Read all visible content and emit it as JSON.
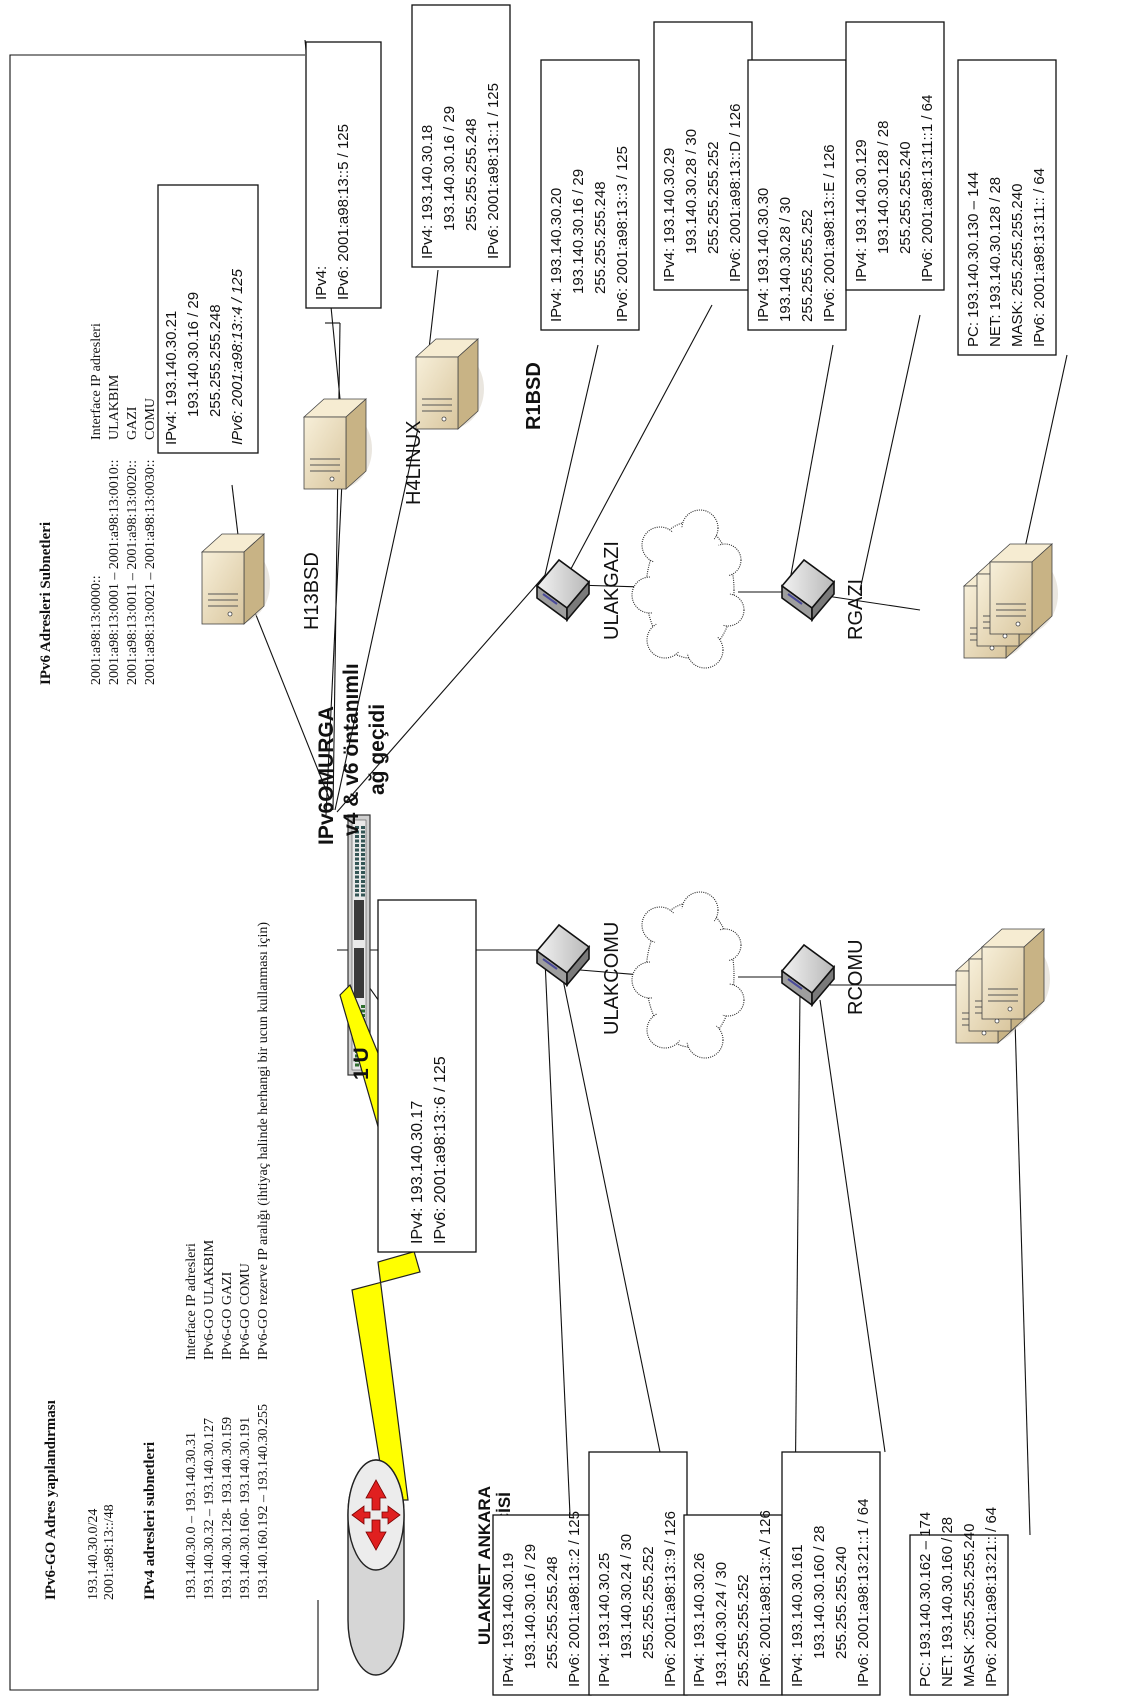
{
  "config": {
    "title": "IPv6-GO Adres yapılandırması",
    "lines": [
      "193.140.30.0/24",
      "2001:a98:13::/48"
    ]
  },
  "ipv4_subnets": {
    "title": "IPv4 adresleri subnetleri",
    "rows": [
      {
        "range": "193.140.30.0 – 193.140.30.31",
        "desc": "Interface IP adresleri"
      },
      {
        "range": "193.140.30.32 – 193.140.30.127",
        "desc": "IPv6-GO ULAKBIM"
      },
      {
        "range": "193.140.30.128- 193.140.30.159",
        "desc": "IPv6-GO GAZI"
      },
      {
        "range": "193.140.30.160- 193.140.30.191",
        "desc": "IPv6-GO COMU"
      },
      {
        "range": "193.140.160.192 – 193.140.30.255",
        "desc": "IPv6-GO rezerve IP aralığı (ihtiyaç halinde herhangi bir ucun kullanması için)"
      }
    ]
  },
  "ipv6_subnets": {
    "title": "IPv6 Adresleri Subnetleri",
    "rows": [
      {
        "range": "2001:a98:13:0000::",
        "desc": "Interface IP adresleri"
      },
      {
        "range": "2001:a98:13:0001 – 2001:a98:13:0010::",
        "desc": "ULAKBIM"
      },
      {
        "range": "2001:a98:13:0011 – 2001:a98:13:0020::",
        "desc": "GAZI"
      },
      {
        "range": "2001:a98:13:0021 – 2001:a98:13:0030::",
        "desc": "COMU"
      }
    ]
  },
  "labels": {
    "backbone": "IPv6OMURGA",
    "gateway_1": "v4 & v6 öntanımlı",
    "gateway_2": "ağ geçidi",
    "unit": "1 U",
    "ulaknet_1": "ULAKNET ANKARA",
    "ulaknet_2": "YÖNLENDİRİCİSİ",
    "h13bsd": "H13BSD",
    "h4linux": "H4LINUX",
    "r1bsd": "R1BSD",
    "ulakgazi": "ULAKGAZI",
    "rgazi": "RGAZI",
    "ulakcomu": "ULAKCOMU",
    "rcomu": "RCOMU"
  },
  "boxes": {
    "omurga_top": [
      "IPv4:",
      "IPv6: 2001:a98:13::5 / 125"
    ],
    "h13bsd": [
      "IPv4: 193.140.30.21",
      "193.140.30.16 / 29",
      "255.255.255.248",
      "IPv6: 2001:a98:13::4 / 125"
    ],
    "r1bsd": [
      "IPv4: 193.140.30.18",
      "193.140.30.16 / 29",
      "255.255.255.248",
      "IPv6: 2001:a98:13::1 / 125"
    ],
    "h4linux": [
      "IPv4: 193.140.30.20",
      "193.140.30.16 / 29",
      "255.255.255.248",
      "IPv6: 2001:a98:13::3 / 125"
    ],
    "ulakgazi_wan": [
      "IPv4: 193.140.30.29",
      "193.140.30.28 / 30",
      "255.255.255.252",
      "IPv6: 2001:a98:13::D / 126"
    ],
    "rgazi_wan": [
      "IPv4: 193.140.30.30",
      "193.140.30.28 / 30",
      "255.255.255.252",
      "IPv6: 2001:a98:13::E / 126"
    ],
    "rgazi_lan": [
      "IPv4: 193.140.30.129",
      "193.140.30.128 / 28",
      "255.255.255.240",
      "IPv6: 2001:a98:13:11::1 / 64"
    ],
    "gazi_pc": [
      "PC: 193.140.30.130 – 144",
      "NET:  193.140.30.128 / 28",
      "MASK: 255.255.255.240",
      "IPv6: 2001:a98:13:11:: / 64"
    ],
    "omurga_up": [
      "IPv4: 193.140.30.17",
      "IPv6: 2001:a98:13::6 / 125"
    ],
    "ulakcomu_lan": [
      "IPv4: 193.140.30.19",
      "193.140.30.16 / 29",
      "255.255.255.248",
      "IPv6: 2001:a98:13::2 / 125"
    ],
    "ulakcomu_wan": [
      "IPv4: 193.140.30.25",
      "193.140.30.24 / 30",
      "255.255.255.252",
      "IPv6: 2001:a98:13::9 / 126"
    ],
    "rcomu_wan": [
      "IPv4: 193.140.30.26",
      "193.140.30.24 / 30",
      "255.255.255.252",
      "IPv6: 2001:a98:13::A / 126"
    ],
    "rcomu_lan": [
      "IPv4: 193.140.30.161",
      "193.140.30.160 / 28",
      "255.255.255.240",
      "IPv6: 2001:a98:13:21::1 / 64"
    ],
    "comu_pc": [
      "PC: 193.140.30.162 – 174",
      "NET: 193.140.30.160 / 28",
      "MASK  :255.255.255.240",
      "IPv6: 2001:a98:13:21:: / 64"
    ]
  },
  "colors": {
    "line": "#111111",
    "server_front": "#efe3c7",
    "server_side": "#cbb78e",
    "router_body": "#dcdcdc",
    "lightning": "#ffff00",
    "arrows": "#e02020"
  }
}
